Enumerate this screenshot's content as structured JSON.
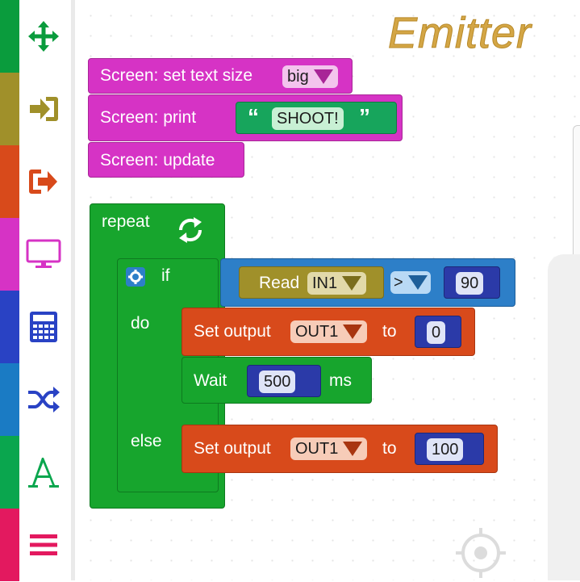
{
  "sidebar": {
    "categories": [
      {
        "name": "move",
        "icon": "move-arrows-icon",
        "color": "#0a9c3d"
      },
      {
        "name": "input",
        "icon": "sign-in-icon",
        "color": "#a0902a"
      },
      {
        "name": "output",
        "icon": "sign-out-icon",
        "color": "#d84a1b"
      },
      {
        "name": "screen",
        "icon": "monitor-icon",
        "color": "#d633c5"
      },
      {
        "name": "math",
        "icon": "calculator-icon",
        "color": "#2942c4"
      },
      {
        "name": "logic",
        "icon": "shuffle-icon",
        "color": "#1a7bc4"
      },
      {
        "name": "text",
        "icon": "letter-a-icon",
        "color": "#0aa64e"
      },
      {
        "name": "menu",
        "icon": "hamburger-menu-icon",
        "color": "#e3195f"
      }
    ]
  },
  "workspace": {
    "title": "Emitter"
  },
  "blocks": {
    "screen_text_size": {
      "label": "Screen: set text size",
      "value": "big"
    },
    "screen_print": {
      "label": "Screen: print",
      "open_quote": "“",
      "text": "SHOOT!",
      "close_quote": "”"
    },
    "screen_update": {
      "label": "Screen: update"
    },
    "repeat": {
      "label": "repeat"
    },
    "if_block": {
      "if_label": "if",
      "do_label": "do",
      "else_label": "else",
      "condition": {
        "read_label": "Read",
        "input": "IN1",
        "operator": ">",
        "value": "90"
      }
    },
    "set_output_1": {
      "label": "Set output",
      "output": "OUT1",
      "to_label": "to",
      "value": "0"
    },
    "wait": {
      "label": "Wait",
      "value": "500",
      "unit": "ms"
    },
    "set_output_2": {
      "label": "Set output",
      "output": "OUT1",
      "to_label": "to",
      "value": "100"
    }
  },
  "colors": {
    "screen": "#d633c5",
    "logic_green": "#17a52d",
    "output_orange": "#d84a1b",
    "compare_blue": "#2d7fc8",
    "read_olive": "#a0902a",
    "number_navy": "#2b3aa8",
    "text_green": "#17a55c"
  }
}
